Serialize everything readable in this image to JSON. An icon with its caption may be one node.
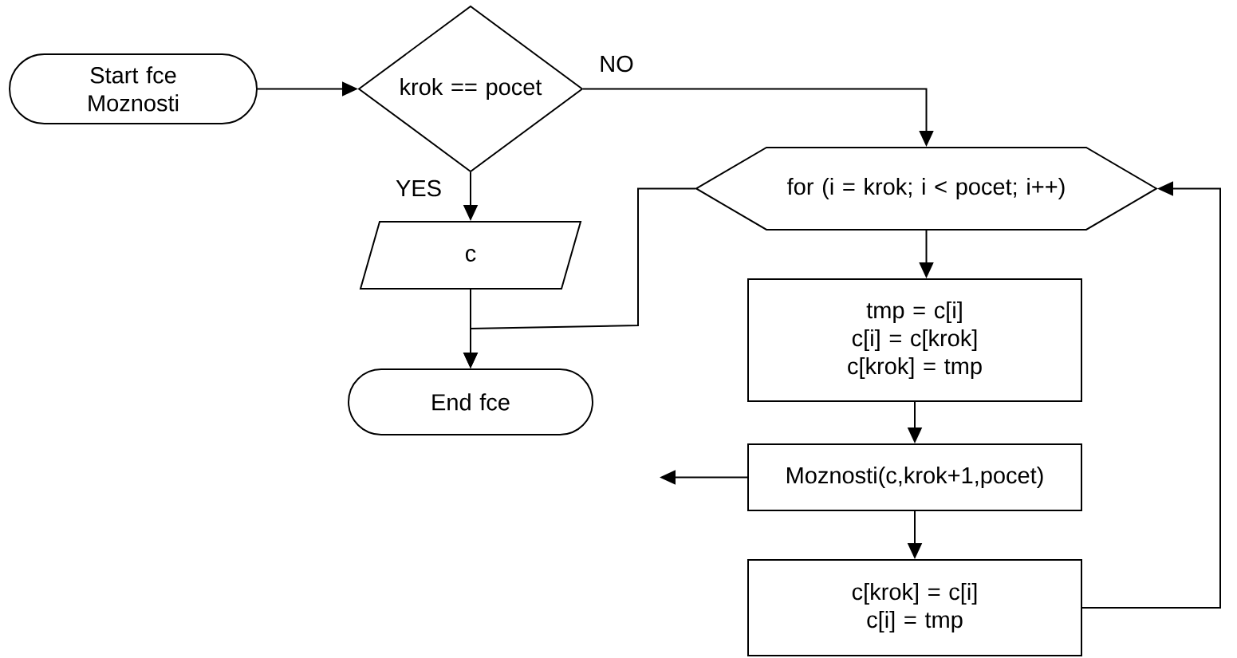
{
  "diagram": {
    "nodes": [
      {
        "text": [
          "Start fce Moznosti"
        ]
      },
      {
        "text": [
          "krok == pocet"
        ]
      },
      {
        "text": [
          "c"
        ]
      },
      {
        "text": [
          "End fce"
        ]
      },
      {
        "text": [
          "for (i = krok; i < pocet; i++)"
        ]
      },
      {
        "text": [
          "tmp = c[i]",
          "c[i] = c[krok]",
          "c[krok] = tmp"
        ]
      },
      {
        "text": [
          "Moznosti(c,krok+1,pocet)"
        ]
      },
      {
        "text": [
          "c[krok] = c[i]",
          "c[i] = tmp"
        ]
      }
    ],
    "edges": [
      {
        "from": 0,
        "to": 1,
        "arrow": "to"
      },
      {
        "from": 1,
        "to": 4,
        "arrow": "to",
        "label": "NO"
      },
      {
        "from": 1,
        "to": 2,
        "arrow": "to",
        "label": "YES"
      },
      {
        "from": 2,
        "to": 3,
        "arrow": "to"
      },
      {
        "from": 4,
        "to": 3,
        "arrow": "to"
      },
      {
        "from": 4,
        "to": 5,
        "arrow": "to"
      },
      {
        "from": 5,
        "to": 6,
        "arrow": "to"
      },
      {
        "from": 6,
        "to": 7,
        "arrow": "to"
      },
      {
        "from": 6,
        "to": null,
        "arrow": "to"
      },
      {
        "from": 7,
        "to": 4,
        "arrow": "to"
      }
    ]
  }
}
